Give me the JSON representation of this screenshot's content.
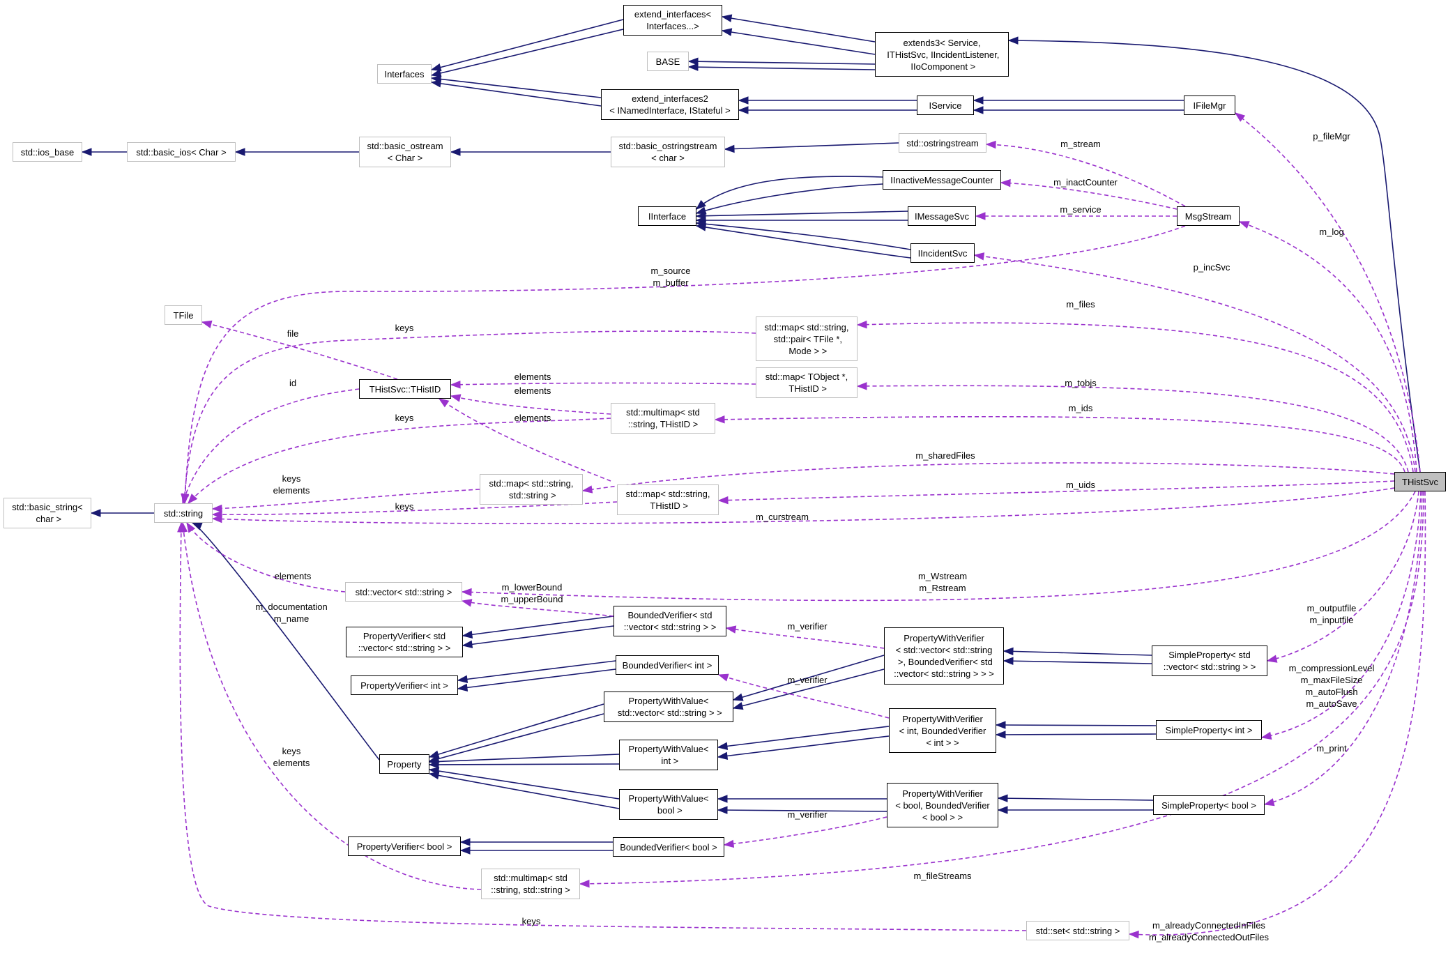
{
  "diagram": {
    "colors": {
      "inherit": "#191970",
      "use": "#9a32cd",
      "external": "#bfbfbf",
      "main_fill": "#bfbfbf"
    },
    "nodes": [
      {
        "id": "thistsvc",
        "label": "THistSvc",
        "style": "main"
      },
      {
        "id": "extend_interfaces",
        "label": "extend_interfaces<\nInterfaces...>",
        "style": "normal"
      },
      {
        "id": "interfaces",
        "label": "Interfaces",
        "style": "external"
      },
      {
        "id": "base",
        "label": "BASE",
        "style": "external"
      },
      {
        "id": "extends3",
        "label": "extends3< Service,\n ITHistSvc, IIncidentListener,\n IIoComponent >",
        "style": "normal"
      },
      {
        "id": "extend_interfaces2",
        "label": "extend_interfaces2\n< INamedInterface, IStateful >",
        "style": "normal"
      },
      {
        "id": "iservice",
        "label": "IService",
        "style": "normal"
      },
      {
        "id": "ifilemgr",
        "label": "IFileMgr",
        "style": "normal"
      },
      {
        "id": "ios_base",
        "label": "std::ios_base",
        "style": "external"
      },
      {
        "id": "basic_ios",
        "label": "std::basic_ios< Char >",
        "style": "external"
      },
      {
        "id": "basic_ostream",
        "label": "std::basic_ostream\n< Char >",
        "style": "external"
      },
      {
        "id": "basic_ostringstream",
        "label": "std::basic_ostringstream\n< char >",
        "style": "external"
      },
      {
        "id": "ostringstream",
        "label": "std::ostringstream",
        "style": "external"
      },
      {
        "id": "iinactive",
        "label": "IInactiveMessageCounter",
        "style": "normal"
      },
      {
        "id": "iinterface",
        "label": "IInterface",
        "style": "normal"
      },
      {
        "id": "imessagesvc",
        "label": "IMessageSvc",
        "style": "normal"
      },
      {
        "id": "msgstream",
        "label": "MsgStream",
        "style": "normal"
      },
      {
        "id": "iincidentsvc",
        "label": "IIncidentSvc",
        "style": "normal"
      },
      {
        "id": "tfile",
        "label": "TFile",
        "style": "external"
      },
      {
        "id": "map_tfile",
        "label": "std::map< std::string,\n std::pair< TFile *,\n Mode > >",
        "style": "external"
      },
      {
        "id": "thistid",
        "label": "THistSvc::THistID",
        "style": "normal"
      },
      {
        "id": "map_tobject",
        "label": "std::map< TObject *,\n THistID >",
        "style": "external"
      },
      {
        "id": "multimap_thistid",
        "label": "std::multimap< std\n::string, THistID >",
        "style": "external"
      },
      {
        "id": "basic_string",
        "label": "std::basic_string<\n char >",
        "style": "external"
      },
      {
        "id": "string",
        "label": "std::string",
        "style": "external"
      },
      {
        "id": "map_string_string",
        "label": "std::map< std::string,\n std::string >",
        "style": "external"
      },
      {
        "id": "map_string_thistid",
        "label": "std::map< std::string,\n THistID >",
        "style": "external"
      },
      {
        "id": "vector_string",
        "label": "std::vector< std::string >",
        "style": "external"
      },
      {
        "id": "bv_vector",
        "label": "BoundedVerifier< std\n::vector< std::string > >",
        "style": "normal"
      },
      {
        "id": "pv_vector",
        "label": "PropertyVerifier< std\n::vector< std::string > >",
        "style": "normal"
      },
      {
        "id": "pwv_vector",
        "label": "PropertyWithVerifier\n< std::vector< std::string\n >, BoundedVerifier< std\n::vector< std::string > > >",
        "style": "normal"
      },
      {
        "id": "sp_vector",
        "label": "SimpleProperty< std\n::vector< std::string > >",
        "style": "normal"
      },
      {
        "id": "bv_int",
        "label": "BoundedVerifier< int >",
        "style": "normal"
      },
      {
        "id": "pv_int",
        "label": "PropertyVerifier< int >",
        "style": "normal"
      },
      {
        "id": "pwval_vector",
        "label": "PropertyWithValue<\n std::vector< std::string > >",
        "style": "normal"
      },
      {
        "id": "pwv_int",
        "label": "PropertyWithVerifier\n< int, BoundedVerifier\n< int > >",
        "style": "normal"
      },
      {
        "id": "sp_int",
        "label": "SimpleProperty< int >",
        "style": "normal"
      },
      {
        "id": "property",
        "label": "Property",
        "style": "normal"
      },
      {
        "id": "pwval_int",
        "label": "PropertyWithValue<\n int >",
        "style": "normal"
      },
      {
        "id": "pwval_bool",
        "label": "PropertyWithValue<\n bool >",
        "style": "normal"
      },
      {
        "id": "pwv_bool",
        "label": "PropertyWithVerifier\n< bool, BoundedVerifier\n< bool > >",
        "style": "normal"
      },
      {
        "id": "sp_bool",
        "label": "SimpleProperty< bool >",
        "style": "normal"
      },
      {
        "id": "pv_bool",
        "label": "PropertyVerifier< bool >",
        "style": "normal"
      },
      {
        "id": "bv_bool",
        "label": "BoundedVerifier< bool >",
        "style": "normal"
      },
      {
        "id": "multimap_string",
        "label": "std::multimap< std\n::string, std::string >",
        "style": "external"
      },
      {
        "id": "set_string",
        "label": "std::set< std::string >",
        "style": "external"
      }
    ],
    "edge_labels": [
      {
        "id": "lbl_p_filemgr",
        "text": "p_fileMgr"
      },
      {
        "id": "lbl_m_stream",
        "text": "m_stream"
      },
      {
        "id": "lbl_m_inactcounter",
        "text": "m_inactCounter"
      },
      {
        "id": "lbl_m_service",
        "text": "m_service"
      },
      {
        "id": "lbl_m_log",
        "text": "m_log"
      },
      {
        "id": "lbl_p_incsvc",
        "text": "p_incSvc"
      },
      {
        "id": "lbl_m_source_buffer",
        "text": "m_source\nm_buffer"
      },
      {
        "id": "lbl_m_files",
        "text": "m_files"
      },
      {
        "id": "lbl_file",
        "text": "file"
      },
      {
        "id": "lbl_keys_mapfile",
        "text": "keys"
      },
      {
        "id": "lbl_id",
        "text": "id"
      },
      {
        "id": "lbl_elements_tobjs",
        "text": "elements"
      },
      {
        "id": "lbl_m_tobjs",
        "text": "m_tobjs"
      },
      {
        "id": "lbl_elements_mm",
        "text": "elements"
      },
      {
        "id": "lbl_keys_mm",
        "text": "keys"
      },
      {
        "id": "lbl_elements_mst",
        "text": "elements"
      },
      {
        "id": "lbl_m_ids",
        "text": "m_ids"
      },
      {
        "id": "lbl_m_sharedfiles",
        "text": "m_sharedFiles"
      },
      {
        "id": "lbl_keys_elements_mss",
        "text": "keys\nelements"
      },
      {
        "id": "lbl_m_uids",
        "text": "m_uids"
      },
      {
        "id": "lbl_keys_mst",
        "text": "keys"
      },
      {
        "id": "lbl_m_curstream",
        "text": "m_curstream"
      },
      {
        "id": "lbl_elements_vec",
        "text": "elements"
      },
      {
        "id": "lbl_wstream_rstream",
        "text": "m_Wstream\nm_Rstream"
      },
      {
        "id": "lbl_lower_upper",
        "text": "m_lowerBound\nm_upperBound"
      },
      {
        "id": "lbl_doc_name",
        "text": "m_documentation\nm_name"
      },
      {
        "id": "lbl_m_verifier_vec",
        "text": "m_verifier"
      },
      {
        "id": "lbl_output_input",
        "text": "m_outputfile\nm_inputfile"
      },
      {
        "id": "lbl_m_verifier_int",
        "text": "m_verifier"
      },
      {
        "id": "lbl_int_props",
        "text": "m_compressionLevel\nm_maxFileSize\nm_autoFlush\nm_autoSave"
      },
      {
        "id": "lbl_keys_elements_mmss",
        "text": "keys\nelements"
      },
      {
        "id": "lbl_m_print",
        "text": "m_print"
      },
      {
        "id": "lbl_m_verifier_bool",
        "text": "m_verifier"
      },
      {
        "id": "lbl_m_filestreams",
        "text": "m_fileStreams"
      },
      {
        "id": "lbl_keys_set",
        "text": "keys"
      },
      {
        "id": "lbl_connected",
        "text": "m_alreadyConnectedInFiles\nm_alreadyConnectedOutFiles"
      }
    ]
  }
}
